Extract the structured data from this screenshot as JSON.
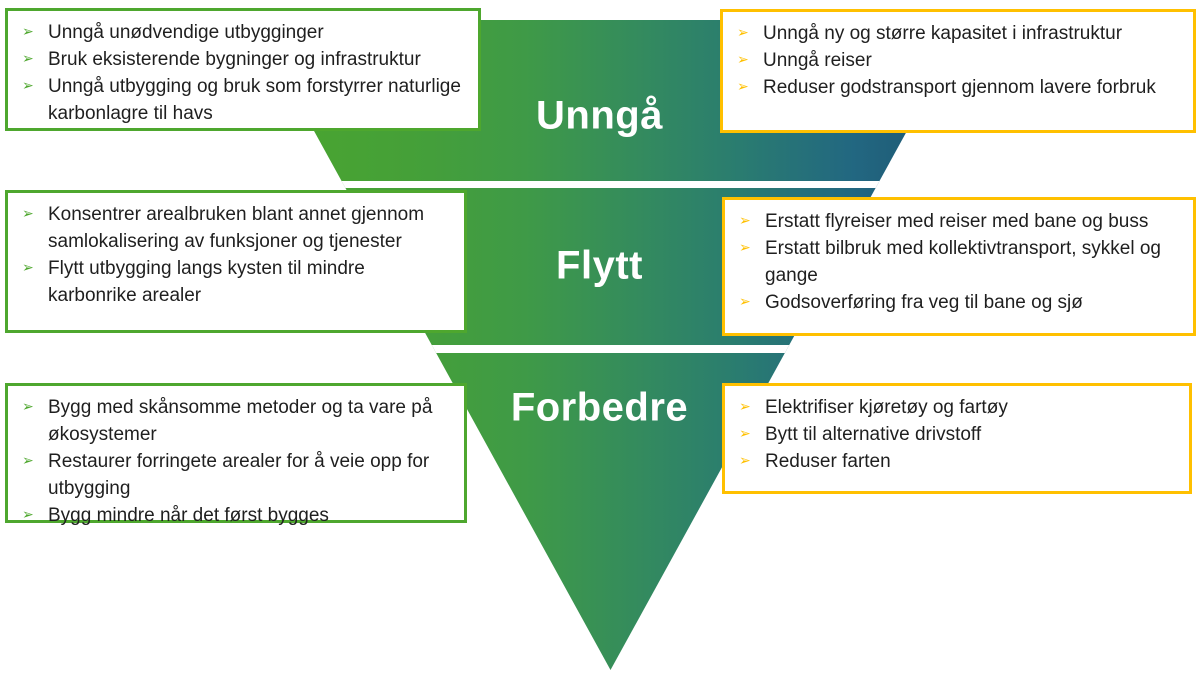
{
  "diagram": {
    "type": "inverted-pyramid",
    "bullet_glyph": "➢",
    "levels": [
      {
        "label": "Unngå",
        "left_items": [
          "Unngå unødvendige utbygginger",
          "Bruk eksisterende bygninger og infrastruktur",
          "Unngå utbygging og bruk som forstyrrer naturlige karbonlagre til havs"
        ],
        "right_items": [
          "Unngå ny og større kapasitet i infrastruktur",
          "Unngå reiser",
          "Reduser godstransport gjennom lavere forbruk"
        ]
      },
      {
        "label": "Flytt",
        "left_items": [
          "Konsentrer arealbruken blant annet gjennom samlokalisering av funksjoner og tjenester",
          "Flytt utbygging langs kysten til mindre karbonrike arealer"
        ],
        "right_items": [
          "Erstatt flyreiser med reiser med bane og buss",
          "Erstatt bilbruk med kollektivtransport, sykkel og gange",
          "Godsoverføring fra veg til bane og sjø"
        ]
      },
      {
        "label": "Forbedre",
        "left_items": [
          "Bygg med skånsomme metoder og ta vare på økosystemer",
          "Restaurer forringete arealer for å veie opp for utbygging",
          "Bygg mindre når det først bygges"
        ],
        "right_items": [
          "Elektrifiser kjøretøy og fartøy",
          "Bytt til alternative drivstoff",
          "Reduser farten"
        ]
      }
    ],
    "colors": {
      "left_box_border": "#4EA72E",
      "right_box_border": "#FFC000",
      "funnel_gradient_start": "#4BA62E",
      "funnel_gradient_end": "#1D536E",
      "label_text": "#FFFFFF",
      "body_text": "#1F1F1F"
    }
  }
}
